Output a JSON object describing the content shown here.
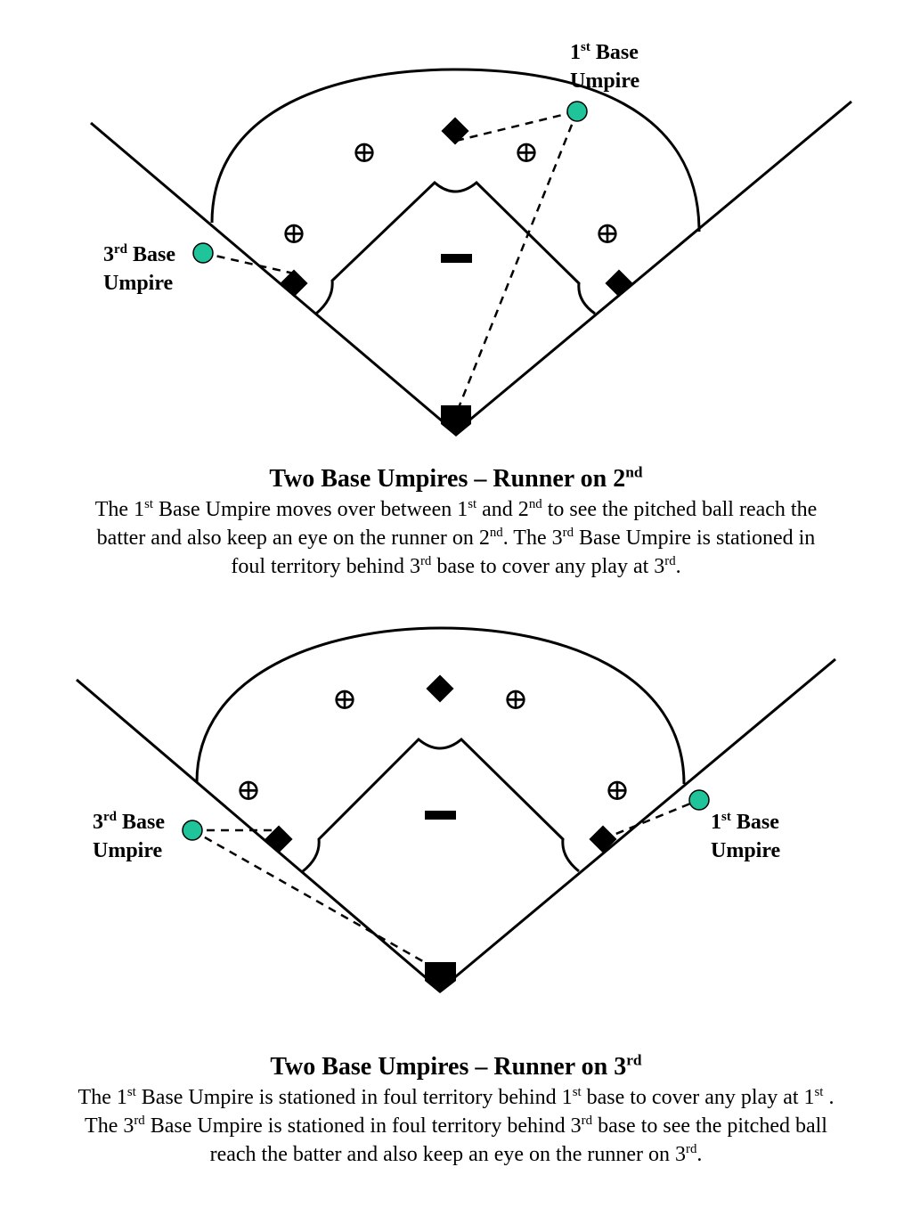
{
  "diagram1": {
    "label_1b_top": "1",
    "label_1b_sup": "st",
    "label_1b_rest": " Base",
    "label_1b_line2": "Umpire",
    "label_3b_top": "3",
    "label_3b_sup": "rd",
    "label_3b_rest": " Base",
    "label_3b_line2": "Umpire",
    "fielder_symbol": "⊕",
    "umpire_color": "#1fc49a"
  },
  "caption1": {
    "title": "Two Base Umpires – Runner on 2",
    "title_sup": "nd",
    "s1": "The 1",
    "s1_sup": "st",
    "s2": " Base Umpire moves over between 1",
    "s2_sup": "st",
    "s3": " and 2",
    "s3_sup": "nd",
    "s4": " to see the pitched ball reach the batter and also keep an eye on the runner on 2",
    "s4_sup": "nd",
    "s5": ".  The 3",
    "s5_sup": "rd",
    "s6": " Base Umpire is stationed in foul territory behind 3",
    "s6_sup": "rd",
    "s7": " base to cover any play at 3",
    "s7_sup": "rd",
    "s8": "."
  },
  "diagram2": {
    "label_3b_top": "3",
    "label_3b_sup": "rd",
    "label_3b_rest": " Base",
    "label_3b_line2": "Umpire",
    "label_1b_top": "1",
    "label_1b_sup": "st",
    "label_1b_rest": " Base",
    "label_1b_line2": "Umpire",
    "fielder_symbol": "⊕",
    "umpire_color": "#1fc49a"
  },
  "caption2": {
    "title": "Two Base Umpires – Runner on 3",
    "title_sup": "rd",
    "s1": "The 1",
    "s1_sup": "st",
    "s2": " Base Umpire is stationed in foul territory behind 1",
    "s2_sup": "st",
    "s3": " base to cover any play at 1",
    "s3_sup": "st",
    "s4": " .  The 3",
    "s4_sup": "rd",
    "s5": " Base Umpire is stationed in foul territory behind 3",
    "s5_sup": "rd",
    "s6": " base to see the pitched ball reach the batter and also keep an eye on the runner on 3",
    "s6_sup": "rd",
    "s7": "."
  }
}
